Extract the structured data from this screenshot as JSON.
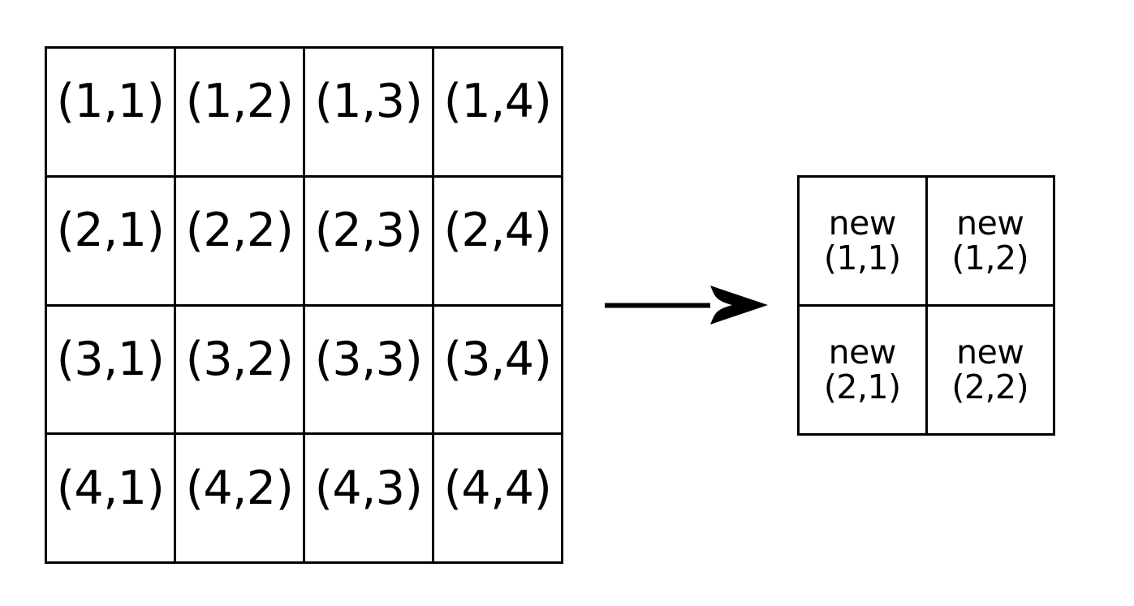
{
  "diagram": {
    "type": "transformation",
    "background_color": "#ffffff",
    "line_color": "#000000",
    "source_grid": {
      "name": "original-matrix",
      "rows": 4,
      "cols": 4,
      "cells": [
        [
          "(1,1)",
          "(1,2)",
          "(1,3)",
          "(1,4)"
        ],
        [
          "(2,1)",
          "(2,2)",
          "(2,3)",
          "(2,4)"
        ],
        [
          "(3,1)",
          "(3,2)",
          "(3,3)",
          "(3,4)"
        ],
        [
          "(4,1)",
          "(4,2)",
          "(4,3)",
          "(4,4)"
        ]
      ]
    },
    "arrow": {
      "name": "transform-arrow",
      "direction": "right",
      "label": ""
    },
    "result_grid": {
      "name": "new-matrix",
      "rows": 2,
      "cols": 2,
      "cells": [
        [
          {
            "tag": "new",
            "coord": "(1,1)"
          },
          {
            "tag": "new",
            "coord": "(1,2)"
          }
        ],
        [
          {
            "tag": "new",
            "coord": "(2,1)"
          },
          {
            "tag": "new",
            "coord": "(2,2)"
          }
        ]
      ]
    }
  }
}
